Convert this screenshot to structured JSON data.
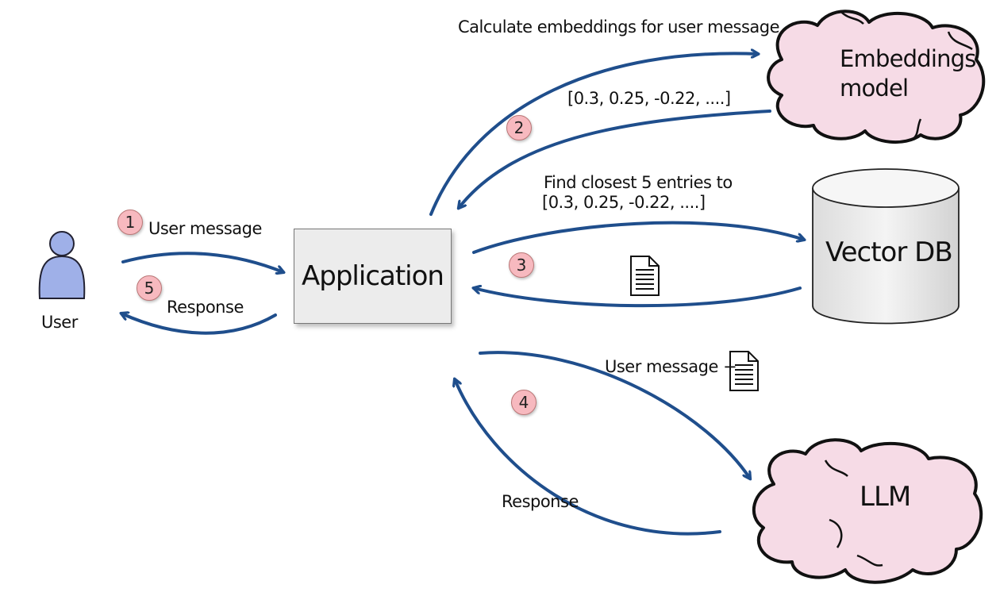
{
  "nodes": {
    "user": "User",
    "application": "Application",
    "embeddings_model": [
      "Embeddings",
      "model"
    ],
    "vector_db": "Vector DB",
    "llm": "LLM"
  },
  "edges": {
    "user_message": "User message",
    "response_to_user": "Response",
    "calc_embeddings": "Calculate embeddings for user message",
    "embedding_vector": "[0.3, 0.25, -0.22, ....]",
    "find_closest": [
      "Find closest 5 entries to",
      "[0.3, 0.25, -0.22, ....]"
    ],
    "llm_request": "User message +",
    "llm_response": "Response"
  },
  "steps": [
    "1",
    "2",
    "3",
    "4",
    "5"
  ],
  "colors": {
    "arrow": "#1f4e8c",
    "cloud_fill": "#f6dbe6",
    "badge": "#f7b9bf",
    "user_figure": "#9fb0e8",
    "app_box": "#ececec",
    "db_fill": "#eeeeee"
  },
  "icons": [
    "user-figure-icon",
    "document-icon",
    "cloud-icon",
    "database-cylinder-icon"
  ]
}
